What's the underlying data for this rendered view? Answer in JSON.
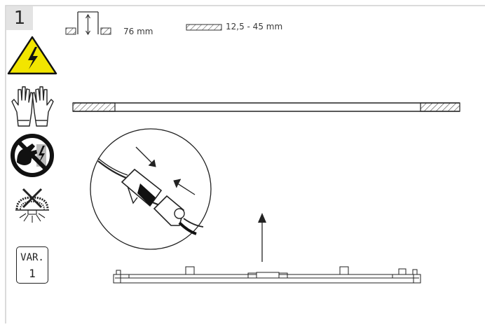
{
  "step": {
    "number": "1"
  },
  "ceiling_cutout": {
    "depth": "76 mm",
    "thickness_range": "12,5 - 45 mm"
  },
  "variant": {
    "label": "VAR.",
    "number": "1"
  },
  "icons": {
    "warning": "electrical-hazard-warning-icon",
    "gloves": "protective-gloves-icon",
    "no_touch": "do-not-touch-live-parts-icon",
    "no_insulation": "no-thermal-insulation-cover-icon"
  },
  "colors": {
    "warning_yellow": "#f2e500",
    "line": "#222222",
    "frame": "#cfcfcf",
    "step_bg": "#e3e3e3"
  }
}
